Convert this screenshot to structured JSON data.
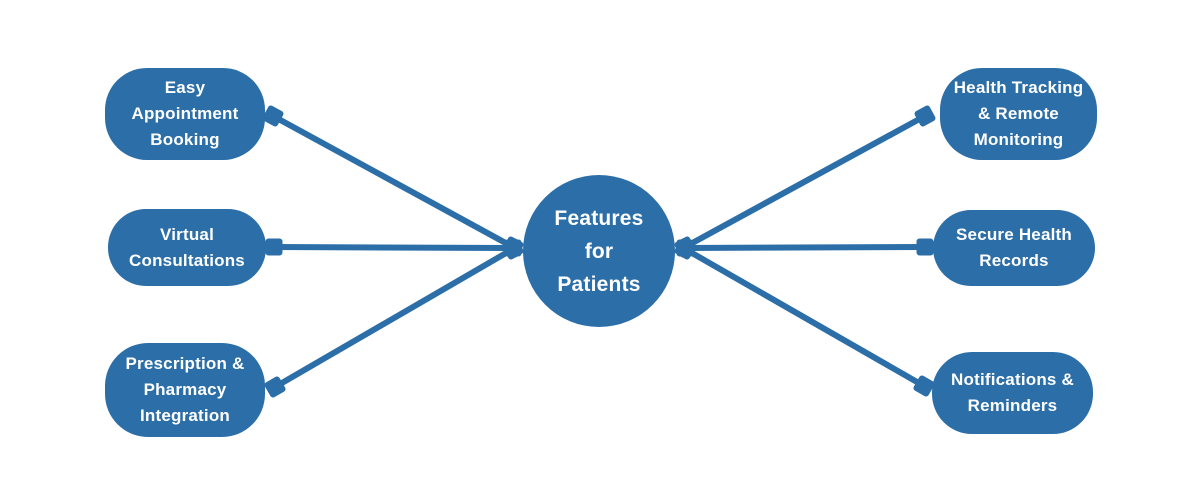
{
  "colors": {
    "accent": "#2c6ea7",
    "label_text": "#ffffff",
    "background": "#ffffff"
  },
  "center": {
    "label": "Features\nfor\nPatients"
  },
  "nodes": {
    "left": [
      {
        "label": "Easy\nAppointment\nBooking"
      },
      {
        "label": "Virtual\nConsultations"
      },
      {
        "label": "Prescription &\nPharmacy\nIntegration"
      }
    ],
    "right": [
      {
        "label": "Health Tracking\n& Remote\nMonitoring"
      },
      {
        "label": "Secure Health\nRecords"
      },
      {
        "label": "Notifications &\nReminders"
      }
    ]
  }
}
